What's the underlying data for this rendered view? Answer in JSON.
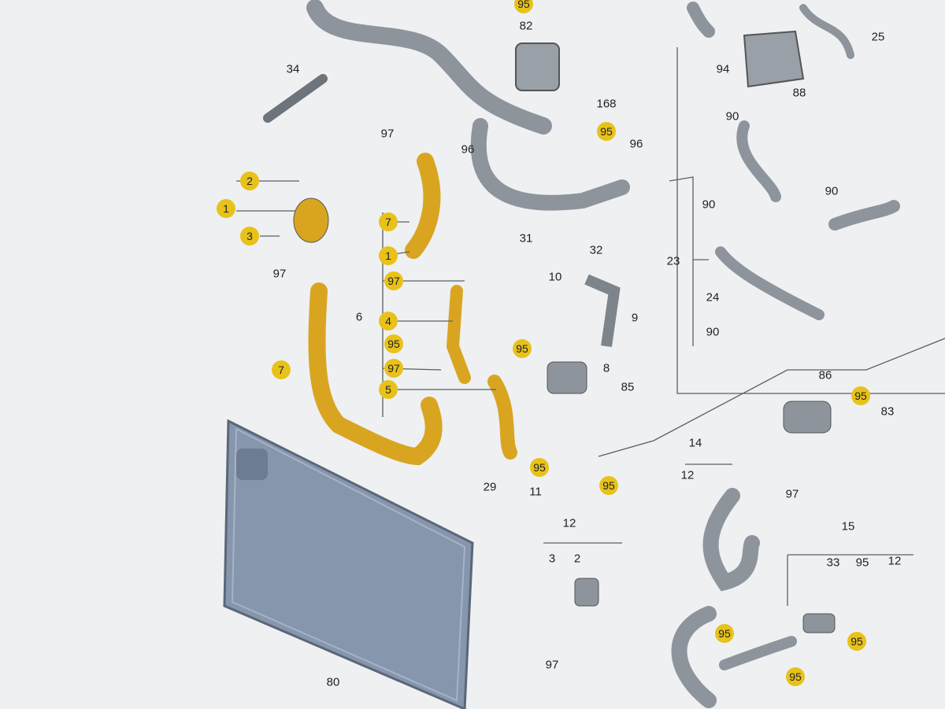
{
  "title": "Coolant system parts diagram",
  "colors": {
    "highlight": "#e8c21a",
    "hose": "#8e949c",
    "radiator": "#8696ad",
    "line": "#7d8288"
  },
  "callouts": [
    {
      "label": "95",
      "highlighted": true
    },
    {
      "label": "82",
      "highlighted": false
    },
    {
      "label": "168",
      "highlighted": false
    },
    {
      "label": "95",
      "highlighted": true
    },
    {
      "label": "96",
      "highlighted": false
    },
    {
      "label": "97",
      "highlighted": false
    },
    {
      "label": "96",
      "highlighted": false
    },
    {
      "label": "34",
      "highlighted": false
    },
    {
      "label": "94",
      "highlighted": false
    },
    {
      "label": "88",
      "highlighted": false
    },
    {
      "label": "25",
      "highlighted": false
    },
    {
      "label": "90",
      "highlighted": false
    },
    {
      "label": "90",
      "highlighted": false
    },
    {
      "label": "90",
      "highlighted": false
    },
    {
      "label": "23",
      "highlighted": false
    },
    {
      "label": "24",
      "highlighted": false
    },
    {
      "label": "90",
      "highlighted": false
    },
    {
      "label": "31",
      "highlighted": false
    },
    {
      "label": "32",
      "highlighted": false
    },
    {
      "label": "2",
      "highlighted": true
    },
    {
      "label": "1",
      "highlighted": true
    },
    {
      "label": "3",
      "highlighted": true
    },
    {
      "label": "97",
      "highlighted": false
    },
    {
      "label": "7",
      "highlighted": true
    },
    {
      "label": "7",
      "highlighted": true
    },
    {
      "label": "1",
      "highlighted": true
    },
    {
      "label": "97",
      "highlighted": true
    },
    {
      "label": "6",
      "highlighted": false
    },
    {
      "label": "4",
      "highlighted": true
    },
    {
      "label": "95",
      "highlighted": true
    },
    {
      "label": "97",
      "highlighted": true
    },
    {
      "label": "5",
      "highlighted": true
    },
    {
      "label": "95",
      "highlighted": true
    },
    {
      "label": "10",
      "highlighted": false
    },
    {
      "label": "9",
      "highlighted": false
    },
    {
      "label": "8",
      "highlighted": false
    },
    {
      "label": "85",
      "highlighted": false
    },
    {
      "label": "86",
      "highlighted": false
    },
    {
      "label": "95",
      "highlighted": true
    },
    {
      "label": "83",
      "highlighted": false
    },
    {
      "label": "29",
      "highlighted": false
    },
    {
      "label": "95",
      "highlighted": true
    },
    {
      "label": "11",
      "highlighted": false
    },
    {
      "label": "95",
      "highlighted": true
    },
    {
      "label": "14",
      "highlighted": false
    },
    {
      "label": "12",
      "highlighted": false
    },
    {
      "label": "97",
      "highlighted": false
    },
    {
      "label": "15",
      "highlighted": false
    },
    {
      "label": "12",
      "highlighted": false
    },
    {
      "label": "3",
      "highlighted": false
    },
    {
      "label": "2",
      "highlighted": false
    },
    {
      "label": "97",
      "highlighted": false
    },
    {
      "label": "80",
      "highlighted": false
    },
    {
      "label": "33",
      "highlighted": false
    },
    {
      "label": "95",
      "highlighted": false
    },
    {
      "label": "12",
      "highlighted": false
    },
    {
      "label": "95",
      "highlighted": true
    },
    {
      "label": "95",
      "highlighted": true
    },
    {
      "label": "95",
      "highlighted": true
    }
  ]
}
